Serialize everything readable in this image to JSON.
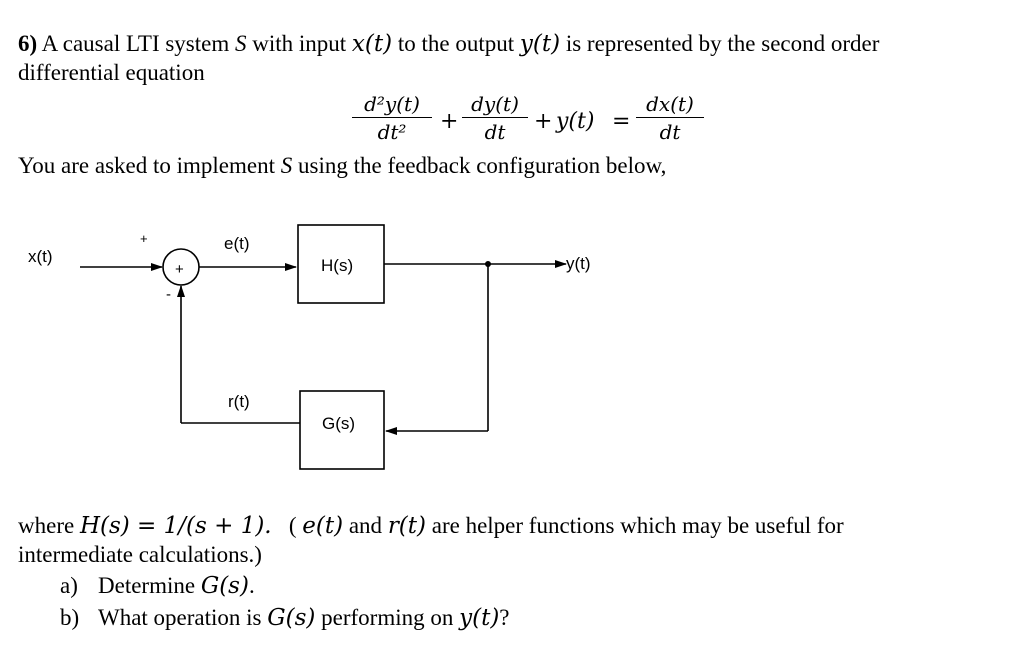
{
  "problem": {
    "number": "6)",
    "intro_part1": " A causal LTI system ",
    "system_symbol": "S",
    "intro_part2": " with input ",
    "input_symbol": "x(t)",
    "intro_part3": " to the output ",
    "output_symbol": "y(t)",
    "intro_part4": " is represented by the second order",
    "intro_line2": "differential equation",
    "equation": {
      "term1_num": "d²y(t)",
      "term1_den": "dt²",
      "plus1": "+",
      "term2_num": "dy(t)",
      "term2_den": "dt",
      "plus2": "+",
      "term3": "y(t)",
      "equals": "=",
      "rhs_num": "dx(t)",
      "rhs_den": "dt"
    },
    "implement_part1": "You are asked to implement ",
    "implement_symbol": "S",
    "implement_part2": " using the feedback configuration below,"
  },
  "diagram": {
    "input_label": "x(t)",
    "plus_sign_top": "+",
    "summer_label": "+",
    "minus_sign": "-",
    "error_label": "e(t)",
    "forward_block": "H(s)",
    "output_label": "y(t)",
    "feedback_signal": "r(t)",
    "feedback_block": "G(s)"
  },
  "footer": {
    "where_text": "where ",
    "h_def": "H(s) = 1/(s + 1).",
    "paren_open": "(",
    "e_sym": "e(t)",
    "and_text": " and ",
    "r_sym": "r(t)",
    "helper_text": " are helper functions which may be useful for",
    "line2": "intermediate calculations.)",
    "qa_letter": "a)",
    "qa_text_pre": "Determine ",
    "qa_sym": "G(s)",
    "qa_text_post": ".",
    "qb_letter": "b)",
    "qb_text_pre": "What operation is ",
    "qb_sym": "G(s)",
    "qb_text_mid": " performing on ",
    "qb_sym2": "y(t)",
    "qb_text_post": "?"
  }
}
